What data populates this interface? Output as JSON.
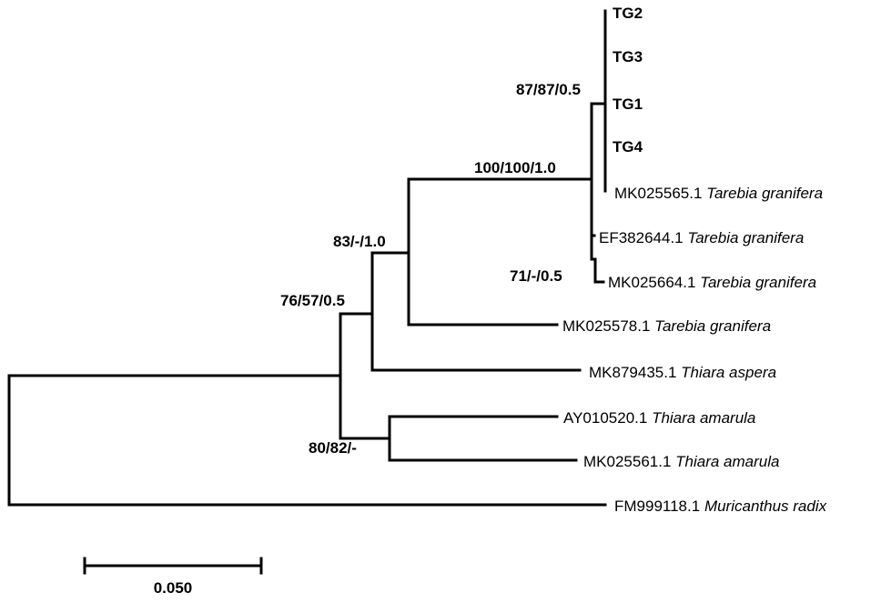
{
  "tips": [
    {
      "id": "tg2",
      "accession": "TG2",
      "species": "",
      "bold": true
    },
    {
      "id": "tg3",
      "accession": "TG3",
      "species": "",
      "bold": true
    },
    {
      "id": "tg1",
      "accession": "TG1",
      "species": "",
      "bold": true
    },
    {
      "id": "tg4",
      "accession": "TG4",
      "species": "",
      "bold": true
    },
    {
      "id": "mk025565",
      "accession": "MK025565.1",
      "species": "Tarebia granifera",
      "bold": false
    },
    {
      "id": "ef382644",
      "accession": "EF382644.1",
      "species": "Tarebia granifera",
      "bold": false
    },
    {
      "id": "mk025664",
      "accession": "MK025664.1",
      "species": "Tarebia granifera",
      "bold": false
    },
    {
      "id": "mk025578",
      "accession": "MK025578.1",
      "species": "Tarebia granifera",
      "bold": false
    },
    {
      "id": "mk879435",
      "accession": "MK879435.1",
      "species": "Thiara aspera",
      "bold": false
    },
    {
      "id": "ay010520",
      "accession": "AY010520.1",
      "species": "Thiara amarula",
      "bold": false
    },
    {
      "id": "mk025561",
      "accession": "MK025561.1",
      "species": "Thiara amarula",
      "bold": false
    },
    {
      "id": "fm999118",
      "accession": "FM999118.1",
      "species": "Muricanthus radix",
      "bold": false
    }
  ],
  "support_values": {
    "tg_clade": "87/87/0.5",
    "tarebia_clade": "100/100/1.0",
    "ef_mk_pair": "71/-/0.5",
    "node_83": "83/-/1.0",
    "node_76": "76/57/0.5",
    "node_80": "80/82/-"
  },
  "scale_bar": {
    "label": "0.050",
    "value": 0.05
  },
  "colors": {
    "line": "#000000",
    "text": "#000000",
    "background": "#ffffff"
  }
}
